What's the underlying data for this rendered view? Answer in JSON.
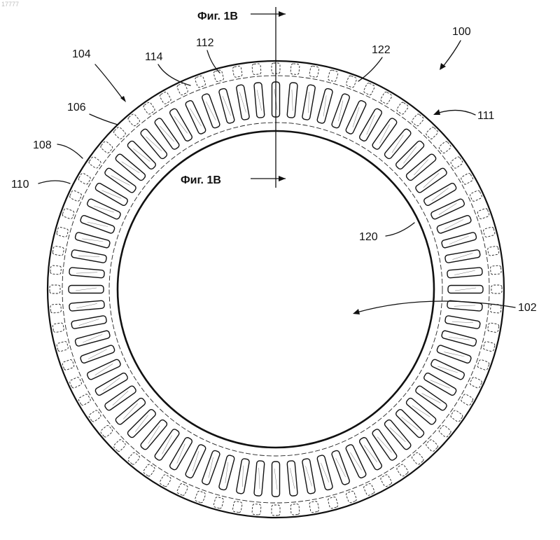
{
  "corner_id": "17777",
  "section_marks": {
    "top": "Фиг. 1В",
    "bottom": "Фиг. 1В"
  },
  "labels": {
    "l100": "100",
    "l102": "102",
    "l104": "104",
    "l106": "106",
    "l108": "108",
    "l110": "110",
    "l111": "111",
    "l112": "112",
    "l114": "114",
    "l120": "120",
    "l122": "122"
  },
  "colors": {
    "ink": "#111111",
    "paper": "#ffffff",
    "faint": "#bdbdbd"
  }
}
